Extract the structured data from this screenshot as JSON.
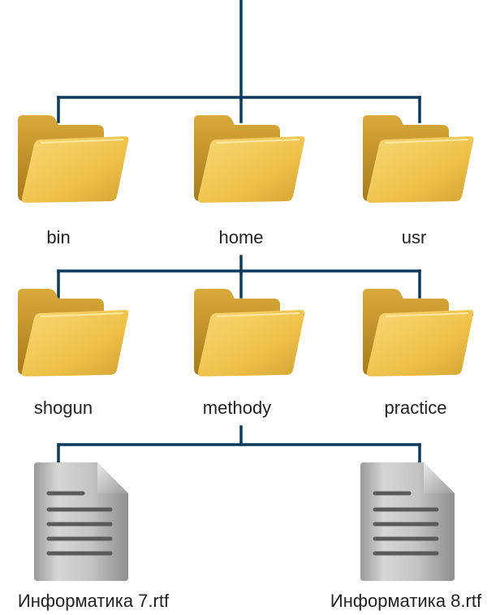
{
  "tree": {
    "level1": [
      {
        "name": "bin",
        "icon": "folder-icon"
      },
      {
        "name": "home",
        "icon": "folder-icon"
      },
      {
        "name": "usr",
        "icon": "folder-icon"
      }
    ],
    "level2": [
      {
        "name": "shogun",
        "icon": "folder-icon"
      },
      {
        "name": "methody",
        "icon": "folder-icon"
      },
      {
        "name": "practice",
        "icon": "folder-icon"
      }
    ],
    "level3": [
      {
        "name": "Информатика 7.rtf",
        "icon": "document-icon"
      },
      {
        "name": "Информатика 8.rtf",
        "icon": "document-icon"
      }
    ]
  },
  "colors": {
    "connector": "#0a3a5c",
    "folder_back": "#c99a2e",
    "folder_front": "#f0c650",
    "document": "#b8b8b8",
    "document_lines": "#555555"
  }
}
